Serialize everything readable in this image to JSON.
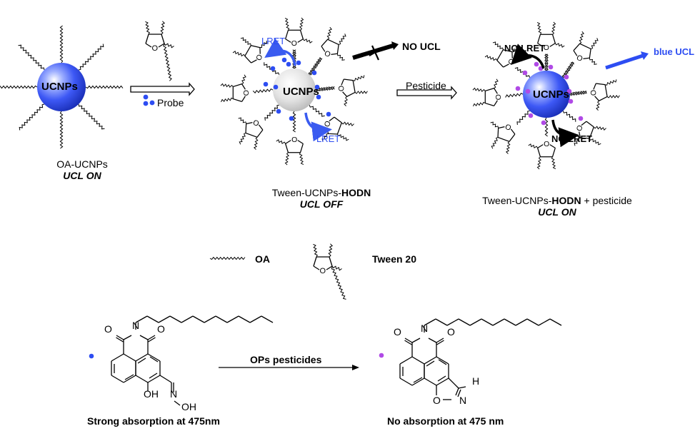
{
  "colors": {
    "probe_dot": "#2d4df2",
    "product_dot": "#b04ae6",
    "ucnp_blue": "#3553f5",
    "ucnp_grey": "#d8d8d8",
    "lret_arrow": "#3a5bf0",
    "blue_ucl_arrow": "#2d4df2"
  },
  "panel1": {
    "particle_label": "UCNPs",
    "caption_line1": "OA-UCNPs",
    "caption_line2": "UCL ON"
  },
  "step1": {
    "reagent_label": "Probe"
  },
  "panel2": {
    "particle_label": "UCNPs",
    "lret_top": "LRET",
    "lret_bottom": "LRET",
    "no_ucl": "NO UCL",
    "caption_prefix": "Tween-UCNPs-",
    "caption_bold": "HODN",
    "caption_line2": "UCL OFF"
  },
  "step2": {
    "reagent_label": "Pesticide"
  },
  "panel3": {
    "particle_label": "UCNPs",
    "no_lret_top": "NO LRET",
    "no_lret_bottom": "NO LRET",
    "blue_ucl": "blue UCL",
    "caption_prefix": "Tween-UCNPs-",
    "caption_bold": "HODN",
    "caption_suffix": " + pesticide",
    "caption_line2": "UCL ON"
  },
  "legend": {
    "oa_label": "OA",
    "tween_label": "Tween 20"
  },
  "reaction": {
    "arrow_label": "OPs pesticides",
    "reactant_caption": "Strong absorption at 475nm",
    "product_caption": "No absorption at 475 nm",
    "atoms": {
      "O": "O",
      "N": "N",
      "OH": "OH",
      "H": "H"
    }
  }
}
